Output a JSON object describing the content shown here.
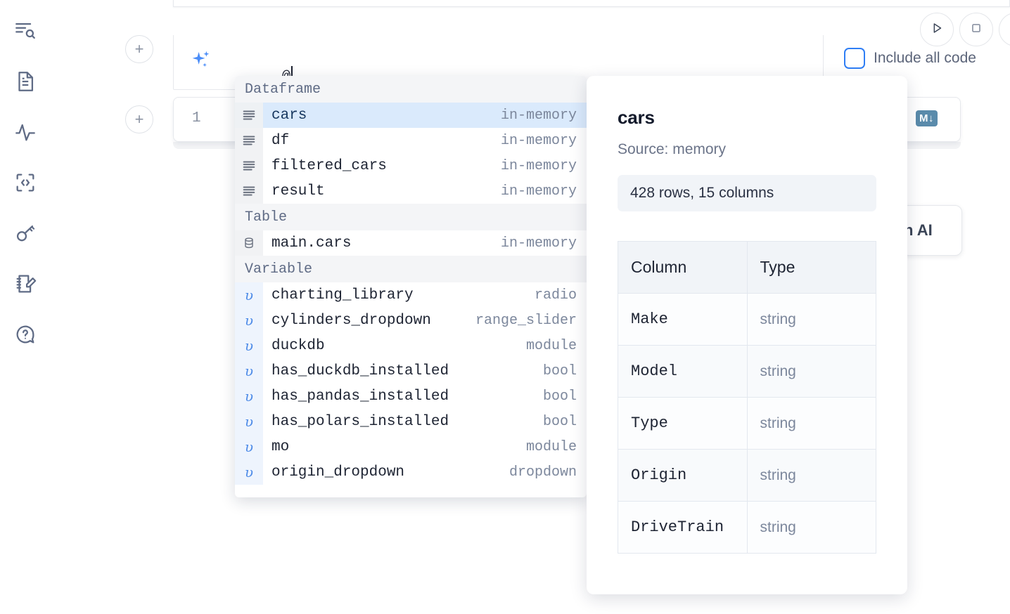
{
  "sidebar": {
    "items": [
      {
        "icon": "outline-search-icon",
        "name": "sidebar-item-outline"
      },
      {
        "icon": "file-text-icon",
        "name": "sidebar-item-files"
      },
      {
        "icon": "activity-pulse-icon",
        "name": "sidebar-item-activity"
      },
      {
        "icon": "code-snippet-icon",
        "name": "sidebar-item-snippets"
      },
      {
        "icon": "key-icon",
        "name": "sidebar-item-secrets"
      },
      {
        "icon": "notebook-pencil-icon",
        "name": "sidebar-item-scratchpad"
      },
      {
        "icon": "help-chat-icon",
        "name": "sidebar-item-help"
      }
    ]
  },
  "ai_prompt": {
    "icon": "sparkle-icon",
    "value": "@",
    "add_cell_label": "+"
  },
  "toolbar": {
    "run_icon": "play-icon",
    "stop_icon": "stop-square-icon",
    "include_all_code_label": "Include all code",
    "include_all_code_checked": false,
    "accent_color": "#2f7ef5"
  },
  "code_cell": {
    "line_number": "1",
    "database_icon": "database-icon",
    "markdown_icon": "markdown-icon",
    "markdown_label": "M↓",
    "tool_color": "#5a8bab"
  },
  "floating_button": {
    "label": "h AI"
  },
  "autocomplete": {
    "groups": [
      {
        "label": "Dataframe",
        "items": [
          {
            "icon": "dataframe-icon",
            "name": "cars",
            "type": "in-memory",
            "selected": true
          },
          {
            "icon": "dataframe-icon",
            "name": "df",
            "type": "in-memory",
            "selected": false
          },
          {
            "icon": "dataframe-icon",
            "name": "filtered_cars",
            "type": "in-memory",
            "selected": false
          },
          {
            "icon": "dataframe-icon",
            "name": "result",
            "type": "in-memory",
            "selected": false
          }
        ]
      },
      {
        "label": "Table",
        "items": [
          {
            "icon": "table-database-icon",
            "name": "main.cars",
            "type": "in-memory",
            "selected": false
          }
        ]
      },
      {
        "label": "Variable",
        "items": [
          {
            "icon": "variable-icon",
            "name": "charting_library",
            "type": "radio",
            "selected": false
          },
          {
            "icon": "variable-icon",
            "name": "cylinders_dropdown",
            "type": "range_slider",
            "selected": false
          },
          {
            "icon": "variable-icon",
            "name": "duckdb",
            "type": "module",
            "selected": false
          },
          {
            "icon": "variable-icon",
            "name": "has_duckdb_installed",
            "type": "bool",
            "selected": false
          },
          {
            "icon": "variable-icon",
            "name": "has_pandas_installed",
            "type": "bool",
            "selected": false
          },
          {
            "icon": "variable-icon",
            "name": "has_polars_installed",
            "type": "bool",
            "selected": false
          },
          {
            "icon": "variable-icon",
            "name": "mo",
            "type": "module",
            "selected": false
          },
          {
            "icon": "variable-icon",
            "name": "origin_dropdown",
            "type": "dropdown",
            "selected": false
          }
        ]
      }
    ]
  },
  "detail": {
    "title": "cars",
    "source": "Source: memory",
    "shape": "428 rows, 15 columns",
    "table": {
      "headers": [
        "Column",
        "Type"
      ],
      "rows": [
        [
          "Make",
          "string"
        ],
        [
          "Model",
          "string"
        ],
        [
          "Type",
          "string"
        ],
        [
          "Origin",
          "string"
        ],
        [
          "DriveTrain",
          "string"
        ]
      ]
    }
  }
}
